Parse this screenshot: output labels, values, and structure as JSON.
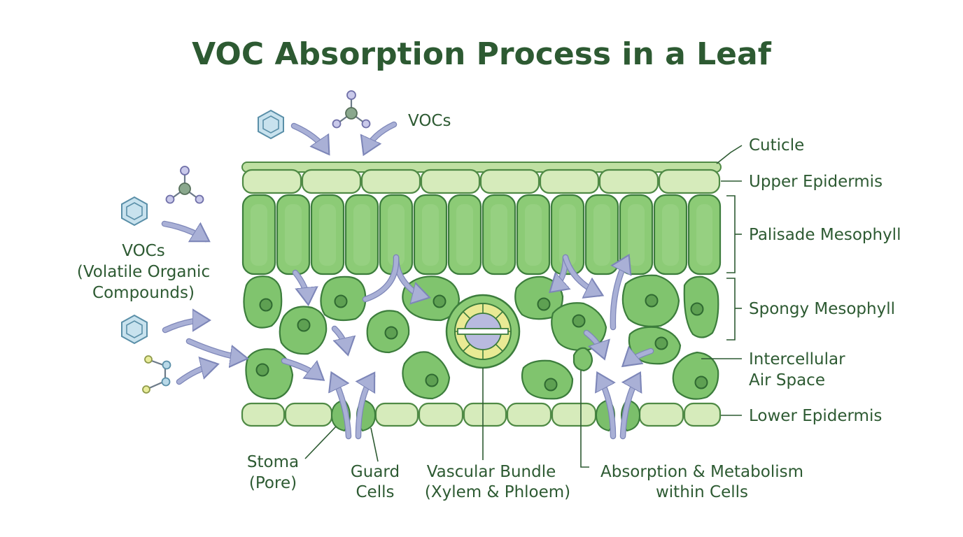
{
  "title": "VOC Absorption Process in a Leaf",
  "labels": {
    "vocs_top": "VOCs",
    "vocs_side_line1": "VOCs",
    "vocs_side_line2": "(Volatile Organic",
    "vocs_side_line3": "Compounds)",
    "cuticle": "Cuticle",
    "upper_epidermis": "Upper Epidermis",
    "palisade_mesophyll": "Palisade Mesophyll",
    "spongy_mesophyll": "Spongy Mesophyll",
    "intercellular_line1": "Intercellular",
    "intercellular_line2": "Air Space",
    "lower_epidermis": "Lower Epidermis",
    "stoma_line1": "Stoma",
    "stoma_line2": "(Pore)",
    "guard_line1": "Guard",
    "guard_line2": "Cells",
    "vascular_line1": "Vascular Bundle",
    "vascular_line2": "(Xylem & Phloem)",
    "absorption_line1": "Absorption & Metabolism",
    "absorption_line2": "within Cells"
  },
  "colors": {
    "title": "#2f6a35",
    "label": "#2d5a32",
    "epidermis": "#d6ebbb",
    "mesophyll": "#8ccb76",
    "arrow": "#a9b0d6"
  }
}
